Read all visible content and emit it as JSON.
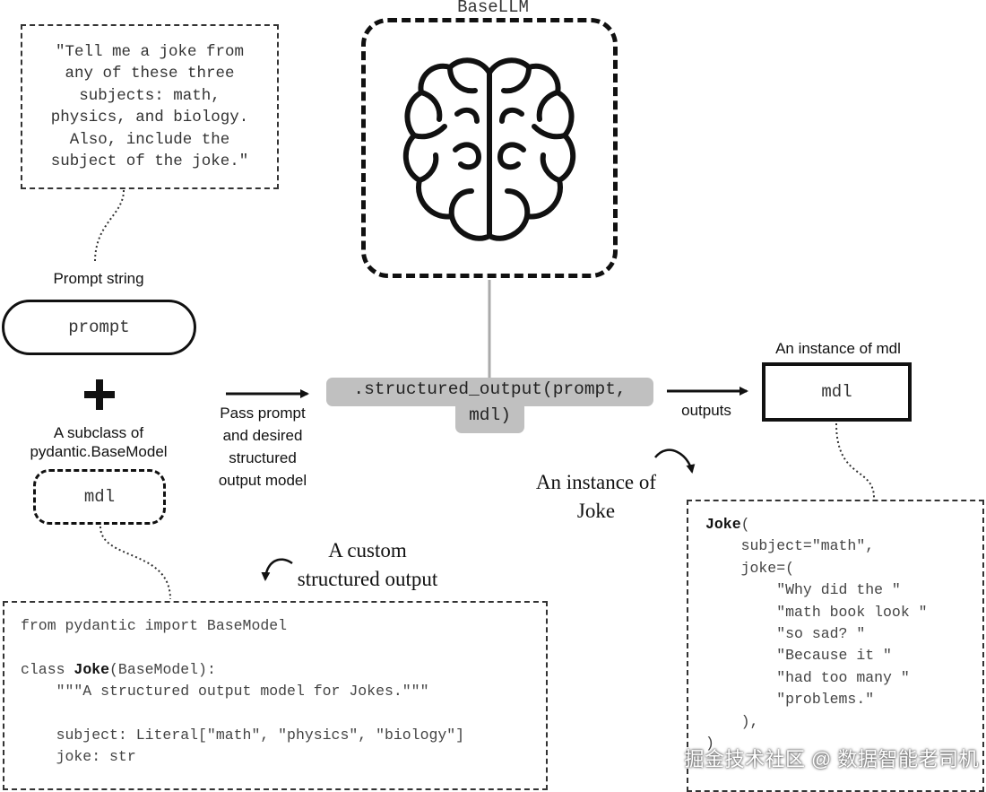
{
  "prompt_text": "\"Tell me a joke from\nany of these three\nsubjects: math,\nphysics, and biology.\nAlso, include the\nsubject of the joke.\"",
  "labels": {
    "prompt_string": "Prompt string",
    "prompt_var": "prompt",
    "subclass": "A subclass of\npydantic.BaseModel",
    "mdl_var": "mdl",
    "pass_prompt": "Pass prompt\nand desired\nstructured\noutput model",
    "base_llm": "BaseLLM",
    "method_line1": ".structured_output(prompt,",
    "method_line2": "mdl)",
    "outputs": "outputs",
    "instance_of_mdl": "An instance of mdl",
    "instance_mdl_var": "mdl",
    "instance_of_joke": "An instance of\nJoke",
    "custom_output": "A custom\nstructured output"
  },
  "model_code": {
    "line1": "from pydantic import BaseModel",
    "line2": "",
    "line3_prefix": "class ",
    "line3_name": "Joke",
    "line3_suffix": "(BaseModel):",
    "line4": "    \"\"\"A structured output model for Jokes.\"\"\"",
    "line5": "",
    "line6": "    subject: Literal[\"math\", \"physics\", \"biology\"]",
    "line7": "    joke: str"
  },
  "instance_code": {
    "line1_name": "Joke",
    "line1_suffix": "(",
    "line2": "    subject=\"math\",",
    "line3": "    joke=(",
    "line4": "        \"Why did the \"",
    "line5": "        \"math book look \"",
    "line6": "        \"so sad? \"",
    "line7": "        \"Because it \"",
    "line8": "        \"had too many \"",
    "line9": "        \"problems.\"",
    "line10": "    ),",
    "line11": ")"
  },
  "watermark": "掘金技术社区 @ 数据智能老司机",
  "icons": [
    "brain-icon",
    "plus-icon",
    "arrow-icon",
    "curved-arrow-icon"
  ]
}
